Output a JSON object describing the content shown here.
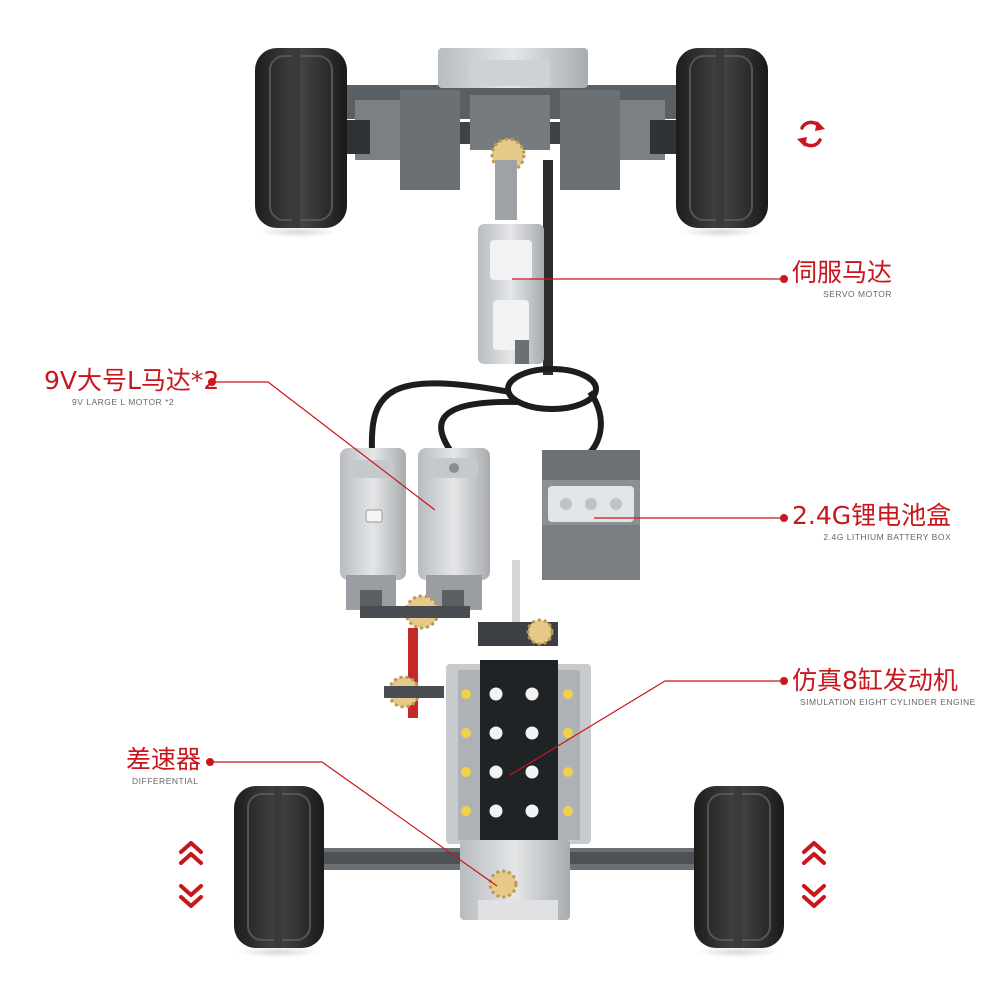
{
  "callouts": {
    "servo": {
      "zh": "伺服马达",
      "en": "SERVO MOTOR"
    },
    "large_motor": {
      "zh": "9V大号L马达*2",
      "en": "9V LARGE L MOTOR *2"
    },
    "battery": {
      "zh": "2.4G锂电池盒",
      "en": "2.4G LITHIUM BATTERY BOX"
    },
    "engine": {
      "zh": "仿真8缸发动机",
      "en": "SIMULATION EIGHT CYLINDER ENGINE"
    },
    "differential": {
      "zh": "差速器",
      "en": "DIFFERENTIAL"
    }
  },
  "colors": {
    "accent": "#c8161d",
    "tire": "#2a2a2a",
    "frame": "#555a5f",
    "light_gray": "#d7d9db",
    "gear": "#e7c98a",
    "axle_red": "#c62828"
  },
  "icons": {
    "rotate": "rotate-arrows-icon",
    "up": "double-chevron-up-icon",
    "down": "double-chevron-down-icon"
  }
}
